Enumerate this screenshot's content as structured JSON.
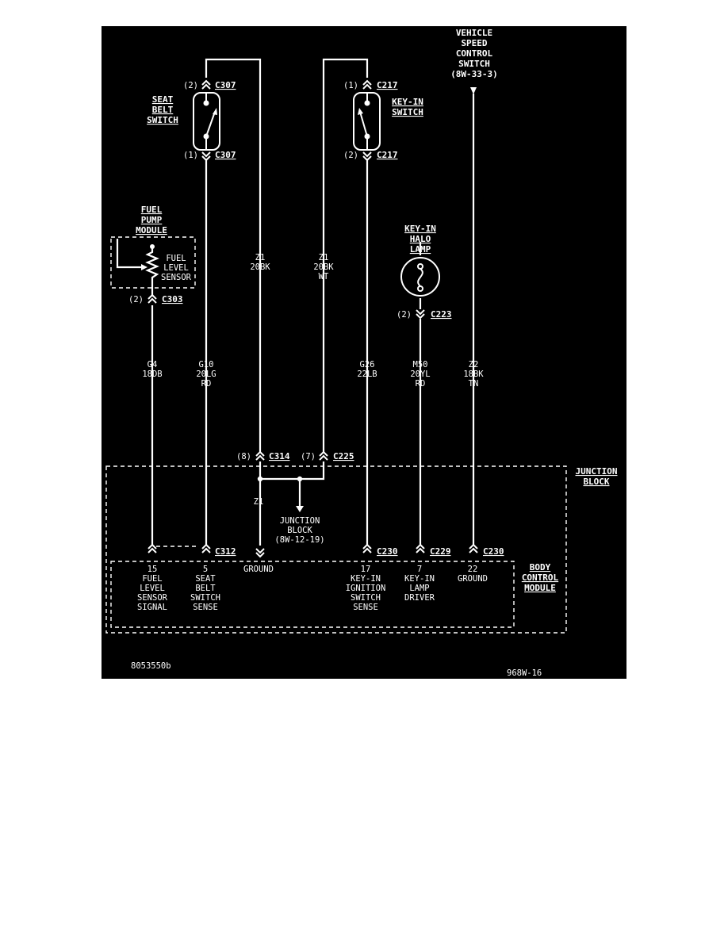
{
  "colors": {
    "background": "#000000",
    "ink": "#ffffff",
    "page": "#ffffff"
  },
  "labels": {
    "vehicle_speed": [
      "VEHICLE",
      "SPEED",
      "CONTROL",
      "SWITCH",
      "(8W-33-3)"
    ],
    "seat_belt_switch": [
      "SEAT",
      "BELT",
      "SWITCH"
    ],
    "key_in_switch": [
      "KEY-IN",
      "SWITCH"
    ],
    "fuel_pump_module": [
      "FUEL",
      "PUMP",
      "MODULE"
    ],
    "fuel_level_sensor": [
      "FUEL",
      "LEVEL",
      "SENSOR"
    ],
    "key_in_halo_lamp": [
      "KEY-IN",
      "HALO",
      "LAMP"
    ],
    "junction_block_title": [
      "JUNCTION",
      "BLOCK"
    ],
    "junction_block_ref": [
      "JUNCTION",
      "BLOCK",
      "(8W-12-19)"
    ],
    "body_control_module": [
      "BODY",
      "CONTROL",
      "MODULE"
    ],
    "footer_left": "8053550b",
    "footer_right": "968W-16"
  },
  "connectors": {
    "c307_top": {
      "pin": "(2)",
      "name": "C307"
    },
    "c307_bot": {
      "pin": "(1)",
      "name": "C307"
    },
    "c217_top": {
      "pin": "(1)",
      "name": "C217"
    },
    "c217_bot": {
      "pin": "(2)",
      "name": "C217"
    },
    "c303": {
      "pin": "(2)",
      "name": "C303"
    },
    "c223": {
      "pin": "(2)",
      "name": "C223"
    },
    "c314": {
      "pin": "(8)",
      "name": "C314"
    },
    "c225": {
      "pin": "(7)",
      "name": "C225"
    },
    "c312": {
      "name": "C312"
    },
    "c230_a": {
      "name": "C230"
    },
    "c229": {
      "name": "C229"
    },
    "c230_b": {
      "name": "C230"
    }
  },
  "wires": {
    "z1_left": [
      "Z1",
      "20BK"
    ],
    "z1_right": [
      "Z1",
      "20BK",
      "WT"
    ],
    "z1_jb": "Z1",
    "g4": [
      "G4",
      "18DB"
    ],
    "g10": [
      "G10",
      "20LG",
      "RD"
    ],
    "g26": [
      "G26",
      "22LB"
    ],
    "m50": [
      "M50",
      "20YL",
      "RD"
    ],
    "z2": [
      "Z2",
      "18BK",
      "TN"
    ]
  },
  "bcm_pins": {
    "p15": [
      "15",
      "FUEL",
      "LEVEL",
      "SENSOR",
      "SIGNAL"
    ],
    "p5": [
      "5",
      "SEAT",
      "BELT",
      "SWITCH",
      "SENSE"
    ],
    "ground_left": "GROUND",
    "p17": [
      "17",
      "KEY-IN",
      "IGNITION",
      "SWITCH",
      "SENSE"
    ],
    "p7": [
      "7",
      "KEY-IN",
      "LAMP",
      "DRIVER"
    ],
    "p22": [
      "22",
      "GROUND"
    ]
  }
}
